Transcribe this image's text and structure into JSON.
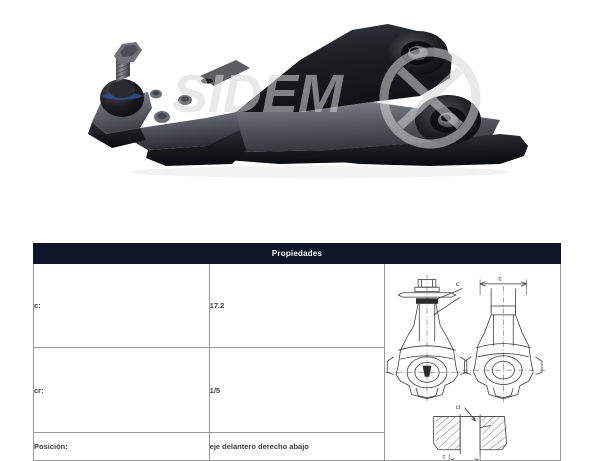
{
  "product_image": {
    "alt_name": "control-arm-with-ball-joint",
    "watermark_text": "SIDEM",
    "watermark_color": "#d8d8d8",
    "body_color": "#1b1b1f",
    "highlight_color": "#6e7076",
    "boot_accent_color": "#2d4d8f"
  },
  "table": {
    "header": "Propiedades",
    "header_bg": "#0d1628",
    "header_text_color": "#ffffff",
    "border_color": "#9a9a9a",
    "rows": [
      {
        "label": "c:",
        "value": "17.2"
      },
      {
        "label": "cr:",
        "value": "1/5"
      },
      {
        "label": "Posición:",
        "value": "eje delantero derecho abajo"
      }
    ],
    "drawings": {
      "name": "ball-joint-technical-drawings",
      "labels": [
        "c",
        "c",
        "cr",
        "c"
      ]
    }
  }
}
